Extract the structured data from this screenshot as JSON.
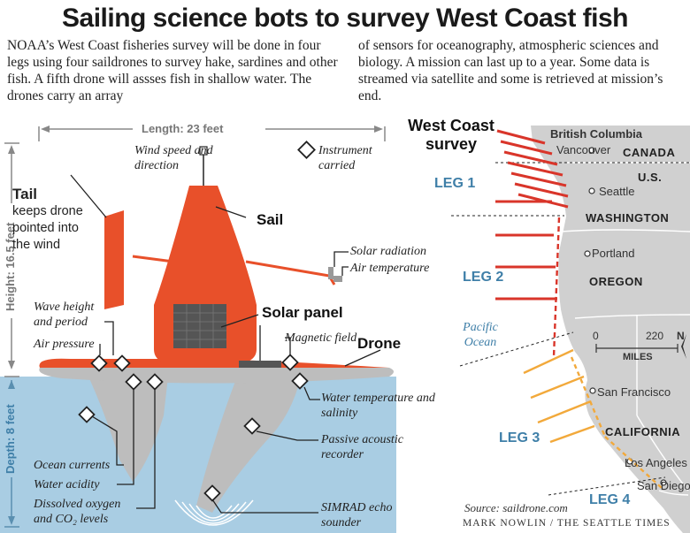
{
  "title": "Sailing science bots to survey West Coast fish",
  "intro": {
    "left": "NOAA’s West Coast fisheries survey will be done in four legs using four saildrones to survey hake, sardines and other fish. A fifth drone will assses fish in shallow water. The drones carry an array",
    "right": "of sensors for oceanography, atmospheric sciences and biology. A mission can last up to a year. Some data is streamed via satellite and some is retrieved at mission’s end."
  },
  "dimensions": {
    "length": "Length: 23 feet",
    "height": "Height: 16.5 feet",
    "depth": "Depth: 8 feet"
  },
  "legend": {
    "instrument": "Instrument carried"
  },
  "labels": {
    "wind": "Wind speed and direction",
    "tail_title": "Tail",
    "tail_desc": "keeps drone pointed into the wind",
    "sail": "Sail",
    "solar_radiation": "Solar radiation",
    "air_temperature": "Air temperature",
    "wave": "Wave height and period",
    "air_pressure": "Air pressure",
    "solar_panel": "Solar panel",
    "magnetic_field": "Magnetic field",
    "drone": "Drone",
    "water_temp": "Water temperature and salinity",
    "passive_acoustic": "Passive acoustic recorder",
    "ocean_currents": "Ocean currents",
    "water_acidity": "Water acidity",
    "dissolved_oxygen": "Dissolved oxygen and CO₂ levels",
    "echo_sounder": "SIMRAD echo sounder"
  },
  "map": {
    "title": "West Coast survey",
    "british_columbia": "British Columbia",
    "vancouver": "Vancouver",
    "canada": "CANADA",
    "us": "U.S.",
    "seattle": "Seattle",
    "washington": "WASHINGTON",
    "portland": "Portland",
    "oregon": "OREGON",
    "san_francisco": "San Francisco",
    "california": "CALIFORNIA",
    "los_angeles": "Los Angeles",
    "san_diego": "San Diego",
    "ocean": "Pacific Ocean",
    "legs": [
      "LEG 1",
      "LEG 2",
      "LEG 3",
      "LEG 4"
    ],
    "scale_zero": "0",
    "scale_max": "220",
    "scale_unit": "MILES",
    "north": "N"
  },
  "source": "Source: saildrone.com",
  "credit": "MARK NOWLIN / THE SEATTLE TIMES",
  "colors": {
    "drone": "#e8502a",
    "hull": "#bdbdbd",
    "water": "#a9cde3",
    "map_land": "#d0d0d0",
    "leg_red": "#d9352a",
    "leg_orange": "#f2a93b",
    "leg_text": "#3f7fa8"
  }
}
